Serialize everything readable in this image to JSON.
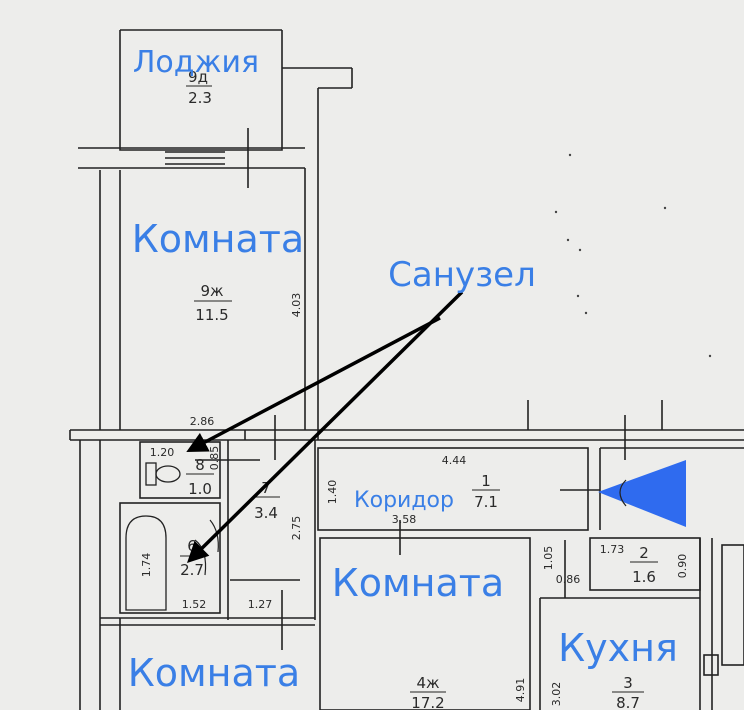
{
  "rooms": {
    "loggia": {
      "label": "Лоджия",
      "number": "9д",
      "area": "2.3"
    },
    "room_top": {
      "label": "Комната",
      "number": "9ж",
      "area": "11.5"
    },
    "bathroom": {
      "label": "Санузел"
    },
    "wc": {
      "number": "8",
      "area": "1.0"
    },
    "bath": {
      "number": "6",
      "area": "2.7"
    },
    "hall_small": {
      "number": "7",
      "area": "3.4"
    },
    "corridor": {
      "label": "Коридор",
      "number": "1",
      "area": "7.1"
    },
    "room_middle": {
      "label": "Комната",
      "number": "4ж",
      "area": "17.2"
    },
    "room_bottom": {
      "label": "Комната"
    },
    "kitchen": {
      "label": "Кухня",
      "number": "3",
      "area": "8.7"
    },
    "storage": {
      "number": "2",
      "area": "1.6"
    }
  },
  "dimensions": {
    "d_403": "4.03",
    "d_286": "2.86",
    "d_120": "1.20",
    "d_085": "0.85",
    "d_174": "1.74",
    "d_152": "1.52",
    "d_127": "1.27",
    "d_275": "2.75",
    "d_444": "4.44",
    "d_140": "1.40",
    "d_358": "3.58",
    "d_105": "1.05",
    "d_086": "0.86",
    "d_173": "1.73",
    "d_090": "0.90",
    "d_491": "4.91",
    "d_302": "3.02"
  },
  "colors": {
    "label": "#3a7fe6",
    "arrow": "#000000",
    "marker": "#2f6bef",
    "wall": "#222222",
    "background": "#ededeb"
  },
  "icons": [
    "toilet-icon",
    "bathtub-icon",
    "door-swing-icon",
    "viewpoint-marker-icon"
  ]
}
